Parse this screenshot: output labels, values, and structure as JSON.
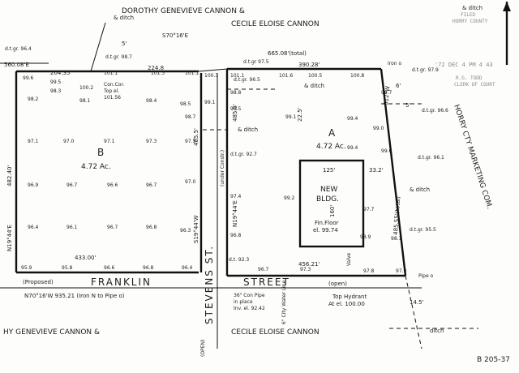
{
  "owners_top": "DOROTHY GENEVIEVE CANNON &",
  "owners_top2": "CECILE ELOISE CANNON",
  "owners_bottom": "HY GENEVIEVE CANNON &",
  "owners_bottom2": "CECILE ELOISE CANNON",
  "street_franklin_1": "FRANKLIN",
  "street_franklin_2": "STREET",
  "street_open": "(open)",
  "street_proposed": "(Proposed)",
  "street_stevens": "STEVENS ST.",
  "street_stevens_note": "(under Constr.)",
  "street_stevens_open": "(OPEN)",
  "marketing": "HORRY CTY MARKETING COM.",
  "lot_b_label": "B",
  "lot_b_area": "4.72 Ac.",
  "lot_a_label": "A",
  "lot_a_area": "4.72 Ac.",
  "new_bldg_1": "NEW",
  "new_bldg_2": "BLDG.",
  "fin_floor_1": "Fin.Floor",
  "fin_floor_2": "el. 99.74",
  "hydrant_1": "Top Hydrant",
  "hydrant_2": "At el. 100.00",
  "pipe_note_1": "36\" Con Pipe",
  "pipe_note_2": "in place",
  "pipe_note_3": "Inv. el. 92.42",
  "water_line": "6\" City Water Line",
  "bearing_franklin": "N70°16'W  935.21  (Iron N to Pipe o)",
  "stamp_1": "FILED",
  "stamp_2": "HORRY COUNTY",
  "stamp_3": "'72 DEC 4  PM 4 43",
  "stamp_4": "R.G. TODD",
  "stamp_5": "CLERK OF COURT",
  "sheet_ref": "B 205-37",
  "dims": {
    "d560": "560.08'E",
    "d204": "204.35'",
    "d224": "224.8",
    "s70": "S70°16'E",
    "d665": "665.08'(total)",
    "d390": "390.28'",
    "d482": "482.40'",
    "n19": "N19°44'E",
    "d433": "433.00'",
    "d485": "485.5'",
    "s19": "S19°44'W",
    "d485b": "485.5'",
    "n19b": "N19°44'E",
    "d225": "22.5'",
    "d125": "125'",
    "d160": "160'",
    "d332": "33.2'",
    "d456": "456.21'",
    "d485c": "485.55'(total)",
    "s12": "S12°W",
    "d5": "5'",
    "d6": "6'",
    "d5b": "5'",
    "d14": "14.5'"
  },
  "notes": {
    "ditch1": "& ditch",
    "ditch2": "& ditch",
    "ditch3": "& ditch",
    "ditch4": "& ditch",
    "ditch5": "& ditch",
    "ditch6": "ditch",
    "dgr964": "d.t.gr. 96.4",
    "dgr987": "d.t.gr. 98.7",
    "dgr975": "d.t.gr 97.5",
    "dgr965": "d.t.gr. 96.5",
    "dgr979": "d.t.gr. 97.9",
    "dgr966": "d.t.gr. 96.6",
    "dgr927": "d.t.gr. 92.7",
    "dgr961": "d.t.gr. 96.1",
    "dgr955": "d.t.gr. 95.5",
    "dgr923": "d.t. 92.3",
    "concor": "Con.Cor.",
    "topel": "Top el.",
    "topel_v": "101.56",
    "iron": "Iron o",
    "pipe": "Pipe o",
    "valve": "Valve"
  },
  "elev": {
    "a": [
      "99.6",
      "99.5",
      "100.2",
      "101.1",
      "101.3",
      "101.1"
    ],
    "b": [
      "98.3",
      "100.3",
      "101.1",
      "101.6",
      "100.5",
      "100.8"
    ],
    "c": [
      "98.2",
      "98.1",
      "98.4",
      "98.5",
      "98.7"
    ],
    "d": [
      "97.1",
      "97.0",
      "97.1",
      "97.3",
      "97.5",
      "98.5",
      "99.1",
      "99.4"
    ],
    "e": [
      "96.9",
      "96.7",
      "96.6",
      "96.7",
      "97.0",
      "97.4",
      "99.2",
      "99.0"
    ],
    "f": [
      "96.4",
      "96.1",
      "96.7",
      "96.8",
      "96.3",
      "96.8",
      "98.9",
      "98.1"
    ],
    "g": [
      "95.9",
      "95.8",
      "96.6",
      "96.8",
      "96.4",
      "96.7",
      "97.3",
      "97.8",
      "97.9"
    ],
    "h": [
      "99.1",
      "98.8",
      "99.4",
      "99.0",
      "99.7",
      "97.7"
    ]
  }
}
